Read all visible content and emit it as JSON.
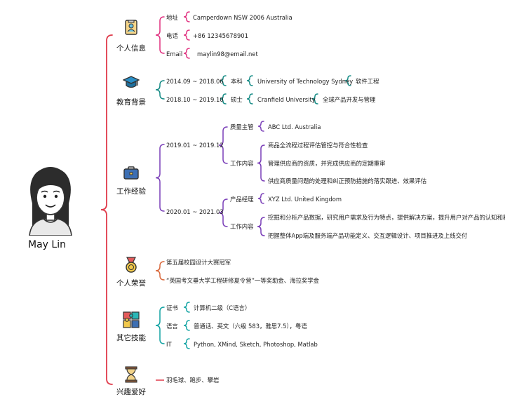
{
  "person": {
    "name": "May Lin"
  },
  "sections": {
    "personal": {
      "title": "个人信息",
      "icon": "id-card-icon",
      "color": "#e0307f",
      "fields": [
        {
          "label": "地址",
          "value": "Camperdown NSW 2006 Australia"
        },
        {
          "label": "电话",
          "value": "+86 12345678901"
        },
        {
          "label": "Email",
          "value": "maylin98@email.net"
        }
      ]
    },
    "education": {
      "title": "教育背景",
      "icon": "graduation-cap-icon",
      "color": "#138a84",
      "entries": [
        {
          "period": "2014.09 ~ 2018.06",
          "degree": "本科",
          "school": "University of Technology Sydney",
          "major": "软件工程"
        },
        {
          "period": "2018.10 ~ 2019.10",
          "degree": "硕士",
          "school": "Cranfield University",
          "major": "全球产品开发与管理"
        }
      ]
    },
    "work": {
      "title": "工作经验",
      "icon": "briefcase-icon",
      "color": "#7a3fb8",
      "jobs": [
        {
          "period": "2019.01 ~ 2019.12",
          "role_label": "质量主管",
          "company": "ABC Ltd. Australia",
          "content_label": "工作内容",
          "tasks": [
            "商品全流程过程评估管控与符合性检查",
            "管理供应商的资质，并完成供应商的定期重审",
            "供应商质量问题的处理和纠正预防措施的落实跟进、效果评估"
          ]
        },
        {
          "period": "2020.01 ~ 2021.03",
          "role_label": "产品经理",
          "company": "XYZ Ltd. United Kingdom",
          "content_label": "工作内容",
          "tasks": [
            "挖掘和分析产品数据，研究用户需求及行为特点，提供解决方案，提升用户对产品的认知和粘性",
            "把握整体App端及服务端产品功能定义、交互逻辑设计、项目推进及上线交付"
          ]
        }
      ]
    },
    "honors": {
      "title": "个人荣誉",
      "icon": "medal-icon",
      "color": "#d9673a",
      "items": [
        "第五届校园设计大赛冠军",
        "“英国考文垂大学工程研修夏令营”一等奖助金、海拉奖学金"
      ]
    },
    "skills": {
      "title": "其它技能",
      "icon": "puzzle-icon",
      "color": "#12a3a3",
      "items": [
        {
          "label": "证书",
          "value": "计算机二级（C语言）"
        },
        {
          "label": "语言",
          "value": "普通话、英文（六级 583，雅思7.5），粤语"
        },
        {
          "label": "IT",
          "value": "Python, XMind, Sketch, Photoshop, Matlab"
        }
      ]
    },
    "hobbies": {
      "title": "兴趣爱好",
      "icon": "hourglass-icon",
      "color": "#e03a4a",
      "items": [
        "羽毛球、跑步、攀岩"
      ]
    }
  },
  "colors": {
    "main_brace": "#e03a4a"
  }
}
